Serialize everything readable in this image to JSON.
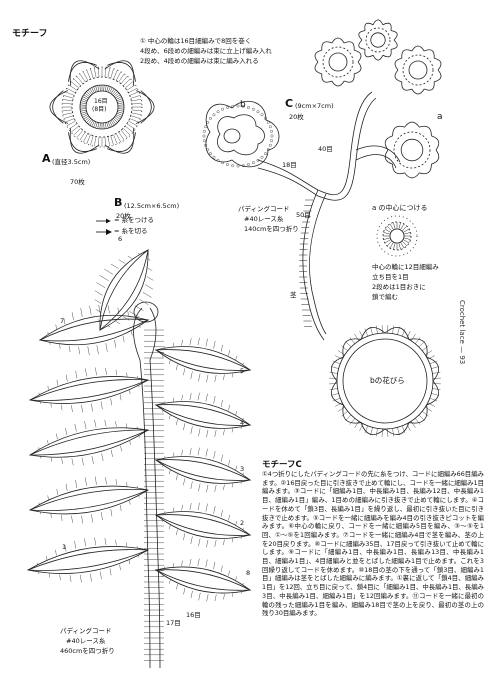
{
  "motif_heading": "モチーフ",
  "motif_a": {
    "letter": "A",
    "size": "(直径3.5cm)",
    "count": "70枚",
    "center_label": "16目\n(8目)",
    "center_lines": [
      "16目",
      "(8目)"
    ],
    "notes": [
      "① 中心の輪は16目細編みで8回を巻く",
      "4段め、6段めの細編みは束に立上げ編み入れ",
      "2段め、4段めの細編みは束に編み入れる"
    ]
  },
  "motif_b": {
    "letter": "B",
    "size": "(12.5cm×6.5cm)",
    "count": "20枚",
    "cord_label": [
      "パディングコード",
      "#40レース糸",
      "460cmを四つ折り"
    ]
  },
  "motif_c": {
    "letter": "C",
    "size": "(9cm×7cm)",
    "count": "20枚",
    "cord_label": [
      "パディングコード",
      "#40レース糸",
      "140cmを四つ折り"
    ],
    "labels": {
      "b": "b",
      "a": "a",
      "stem_18": "18目",
      "stem_40": "40目",
      "stem_50": "50目",
      "stem_label": "茎"
    }
  },
  "legend": [
    {
      "symbol": "arrow-right",
      "text": "= 糸をつける"
    },
    {
      "symbol": "arrow-fill",
      "text": "= 糸を切る"
    }
  ],
  "a_center": {
    "title": "a の中心につける",
    "notes": [
      "中心の輪に12目細編み",
      "立ち目を1目",
      "2段めは1目おきに",
      "鎖で編む"
    ],
    "note_lines": [
      "中心の輪に12目細編み",
      "立ち目を1目",
      "2段めは1目おきに",
      "鎖で編む"
    ],
    "petal_label": "bの花びら"
  },
  "leaf_numbers": [
    "1",
    "2",
    "3",
    "4",
    "5",
    "6",
    "7",
    "8"
  ],
  "stem_labels": [
    "17目",
    "16目"
  ],
  "body": {
    "title": "モチーフC",
    "text": "①4つ折りにしたパディングコードの先に糸をつけ、コードに細編み66目編みます。②16目戻った目に引き抜きで止めて輪にし、コードを一緒に細編み1目編みます。③コードに「細編み1目、中長編み1目、長編み12目、中長編み1目、細編み1目」編み、1目めの細編みに引き抜きで止めて輪にします。④コードを休めて「鎖3目、長編み1目」を繰り返し、最初に引き抜いた目に引き抜きで止めます。⑤コードを一緒に細編みを編み4目の引き抜きピコットを編みます。⑥中心の輪に戻り、コードを一緒に細編み5目を編み、③〜⑤を1回、①〜⑤を1回編みます。⑦コードを一緒に細編み4目で茎を編み、茎の上を20目戻ります。⑧コードに細編み35目、17目戻って引き抜いて止めて輪にします。⑨コードに「細編み1目、中長編み1目、長編み13目、中長編み1目、細編み1目」、4目細編みと並をとばした細編み1目で止めます。これを3回繰り返してコードを休めます。⑩18目の茎の下を通って「鎖3目、細編み1目」細編みは茎をとばした細編みに編みます。①裏に返して「鎖4目、細編み1目」を12回、立ち目に戻って、鎖4目に「細編み1目、中長編み1目、長編み3目、中長編み1目、細編み1目」を12回編みます。⑪コードを一緒に最初の輪の残った細編み1目を編み、細編み18目で茎の上を戻り、最初の茎の上の残り30目編みます。"
  },
  "page_title": "Crochet lace —",
  "page_number": "93"
}
